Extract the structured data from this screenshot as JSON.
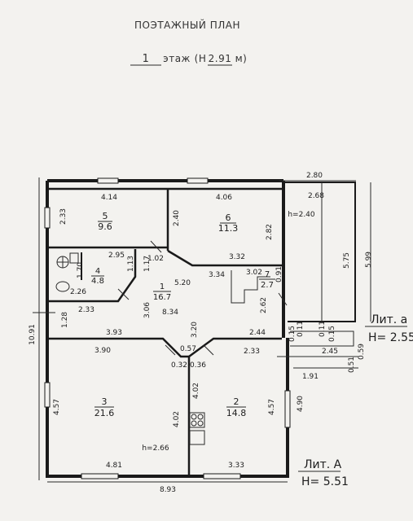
{
  "header": {
    "title": "ПОЭТАЖНЫЙ ПЛАН",
    "floor_number": "1",
    "floor_word": "этаж",
    "height_open": "(Н",
    "height_value": "2.91",
    "height_unit": "м)"
  },
  "rooms": [
    {
      "number": "5",
      "area": "9.6"
    },
    {
      "number": "6",
      "area": "11.3"
    },
    {
      "number": "4",
      "area": "4.8"
    },
    {
      "number": "1",
      "area": "16.7"
    },
    {
      "number": "7",
      "area": "2.7"
    },
    {
      "number": "3",
      "area": "21.6"
    },
    {
      "number": "2",
      "area": "14.8"
    }
  ],
  "dimensions": [
    "2.80",
    "4.14",
    "4.06",
    "2.68",
    "2.33",
    "2.40",
    "2.82",
    "h=2.40",
    "5.75",
    "5.99",
    "2.95",
    "1.02",
    "1.13",
    "1.17",
    "3.32",
    "3.34",
    "3.02",
    "0.91",
    "1.70",
    "2.26",
    "5.20",
    "2.33",
    "3.06",
    "8.34",
    "2.62",
    "1.28",
    "10.91",
    "3.93",
    "3.20",
    "2.44",
    "0.15",
    "0.11",
    "0.11",
    "0.15",
    "3.90",
    "0.57",
    "2.33",
    "2.45",
    "0.59",
    "0.32",
    "0.36",
    "0.51",
    "1.91",
    "4.02",
    "4.57",
    "4.02",
    "4.57",
    "4.90",
    "h=2.66",
    "4.81",
    "3.33",
    "8.93"
  ],
  "labels": {
    "lit_a_lower": "Лит. а",
    "lit_a_lower_h": "Н= 2.55",
    "lit_a_upper": "Лит. А",
    "lit_a_upper_h": "Н= 5.51"
  }
}
